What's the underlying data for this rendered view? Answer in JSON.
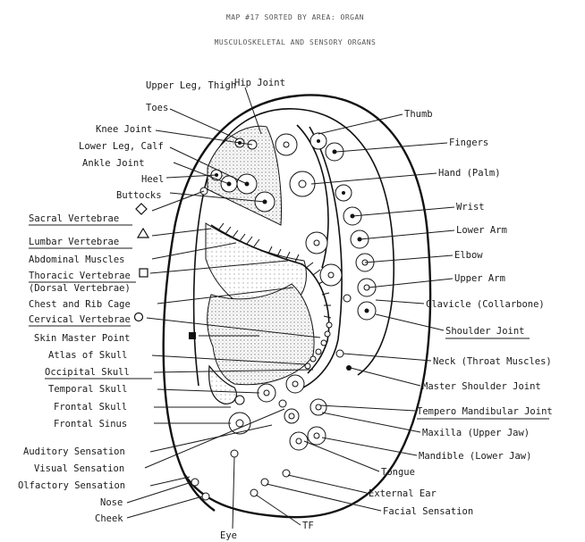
{
  "header": {
    "line1": "MAP #17 SORTED BY AREA: ORGAN",
    "line2": "MUSCULOSKELETAL AND SENSORY ORGANS"
  },
  "labels_left": [
    "Upper Leg, Thigh",
    "Toes",
    "Knee Joint",
    "Lower Leg, Calf",
    "Ankle Joint",
    "Heel",
    "Buttocks",
    "Sacral Vertebrae",
    "Lumbar Vertebrae",
    "Abdominal Muscles",
    "Thoracic Vertebrae",
    "(Dorsal Vertebrae)",
    "Chest and Rib Cage",
    "Cervical Vertebrae",
    "Skin Master Point",
    "Atlas of Skull",
    "Occipital Skull",
    "Temporal Skull",
    "Frontal Skull",
    "Frontal Sinus",
    "Auditory Sensation",
    "Visual Sensation",
    "Olfactory Sensation",
    "Nose",
    "Cheek"
  ],
  "labels_top": [
    "Hip Joint"
  ],
  "labels_bottom": [
    "Eye",
    "TF"
  ],
  "labels_right": [
    "Thumb",
    "Fingers",
    "Hand (Palm)",
    "Wrist",
    "Lower Arm",
    "Elbow",
    "Upper Arm",
    "Clavicle (Collarbone)",
    "Shoulder Joint",
    "Neck (Throat Muscles)",
    "Master Shoulder Joint",
    "Tempero Mandibular Joint",
    "Maxilla (Upper Jaw)",
    "Mandible (Lower Jaw)",
    "Tongue",
    "External Ear",
    "Facial Sensation"
  ],
  "colors": {
    "ink": "#111111",
    "paper": "#ffffff",
    "shade": "#9a9a9a"
  }
}
